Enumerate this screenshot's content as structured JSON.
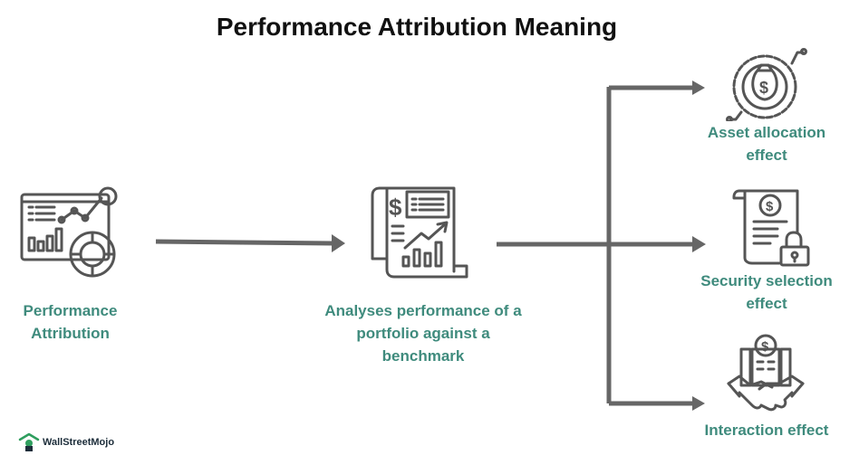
{
  "title": "Performance Attribution Meaning",
  "nodes": {
    "source": {
      "label_lines": [
        "Performance",
        "Attribution"
      ],
      "icon": "analytics-dashboard-icon"
    },
    "middle": {
      "label_lines": [
        "Analyses performance of a",
        "portfolio against a",
        "benchmark"
      ],
      "icon": "financial-report-icon"
    },
    "effects": [
      {
        "label_lines": [
          "Asset allocation",
          "effect"
        ],
        "icon": "money-bag-gauge-icon"
      },
      {
        "label_lines": [
          "Security selection",
          "effect"
        ],
        "icon": "secured-document-icon"
      },
      {
        "label_lines": [
          "Interaction effect"
        ],
        "icon": "handshake-icon"
      }
    ]
  },
  "colors": {
    "label": "#3f8b7d",
    "line": "#666666",
    "icon": "#555555",
    "title": "#111111"
  },
  "logo": {
    "text": "WallStreetMojo"
  }
}
